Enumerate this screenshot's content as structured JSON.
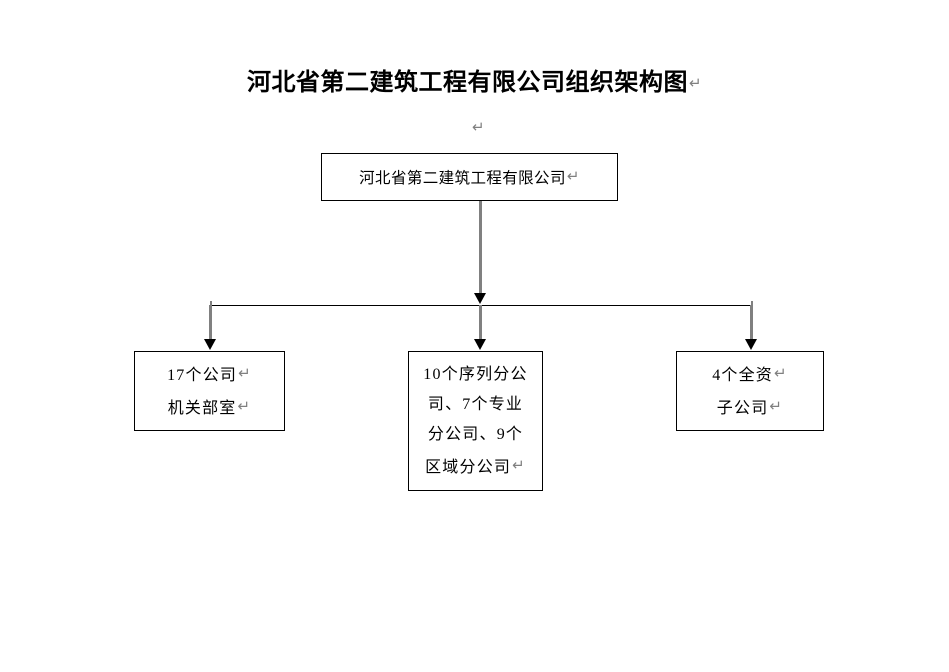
{
  "document": {
    "title": "河北省第二建筑工程有限公司组织架构图",
    "title_mark": "↵",
    "standalone_mark": "↵"
  },
  "colors": {
    "background": "#ffffff",
    "box_border": "#000000",
    "text": "#000000",
    "connector_line": "#808080",
    "bus_line": "#000000",
    "arrowhead": "#000000",
    "return_mark": "#808080"
  },
  "chart_data": {
    "type": "diagram",
    "subtype": "organization-chart",
    "orientation": "top-down",
    "title": "河北省第二建筑工程有限公司组织架构图",
    "nodes": [
      {
        "id": "root",
        "level": 0,
        "text": "河北省第二建筑工程有限公司",
        "mark": "↵",
        "lines": [
          "河北省第二建筑工程有限公司"
        ]
      },
      {
        "id": "dept",
        "level": 1,
        "text": "17个公司机关部室",
        "lines": [
          "17个公司",
          "机关部室"
        ],
        "marks": [
          "↵",
          "↵"
        ]
      },
      {
        "id": "branch",
        "level": 1,
        "text": "10个序列分公司、7个专业分公司、9个区域分公司",
        "lines": [
          "10个序列分公",
          "司、7个专业",
          "分公司、9个",
          "区域分公司"
        ],
        "marks": [
          "",
          "",
          "",
          "↵"
        ]
      },
      {
        "id": "subsidiary",
        "level": 1,
        "text": "4个全资子公司",
        "lines": [
          "4个全资",
          "子公司"
        ],
        "marks": [
          "↵",
          "↵"
        ]
      }
    ],
    "edges": [
      {
        "from": "root",
        "to": "bus",
        "style": "gray-line-black-arrow"
      },
      {
        "from": "bus",
        "to": "dept",
        "style": "gray-line-black-arrow"
      },
      {
        "from": "bus",
        "to": "branch",
        "style": "gray-line-black-arrow"
      },
      {
        "from": "bus",
        "to": "subsidiary",
        "style": "gray-line-black-arrow"
      }
    ]
  },
  "nodes": {
    "root": {
      "line1": "河北省第二建筑工程有限公司",
      "mark1": "↵"
    },
    "dept": {
      "line1": "17个公司",
      "mark1": "↵",
      "line2": "机关部室",
      "mark2": "↵"
    },
    "branch": {
      "line1": "10个序列分公",
      "line2": "司、7个专业",
      "line3": "分公司、9个",
      "line4": "区域分公司",
      "mark4": "↵"
    },
    "subsidiary": {
      "line1": "4个全资",
      "mark1": "↵",
      "line2": "子公司",
      "mark2": "↵"
    }
  }
}
